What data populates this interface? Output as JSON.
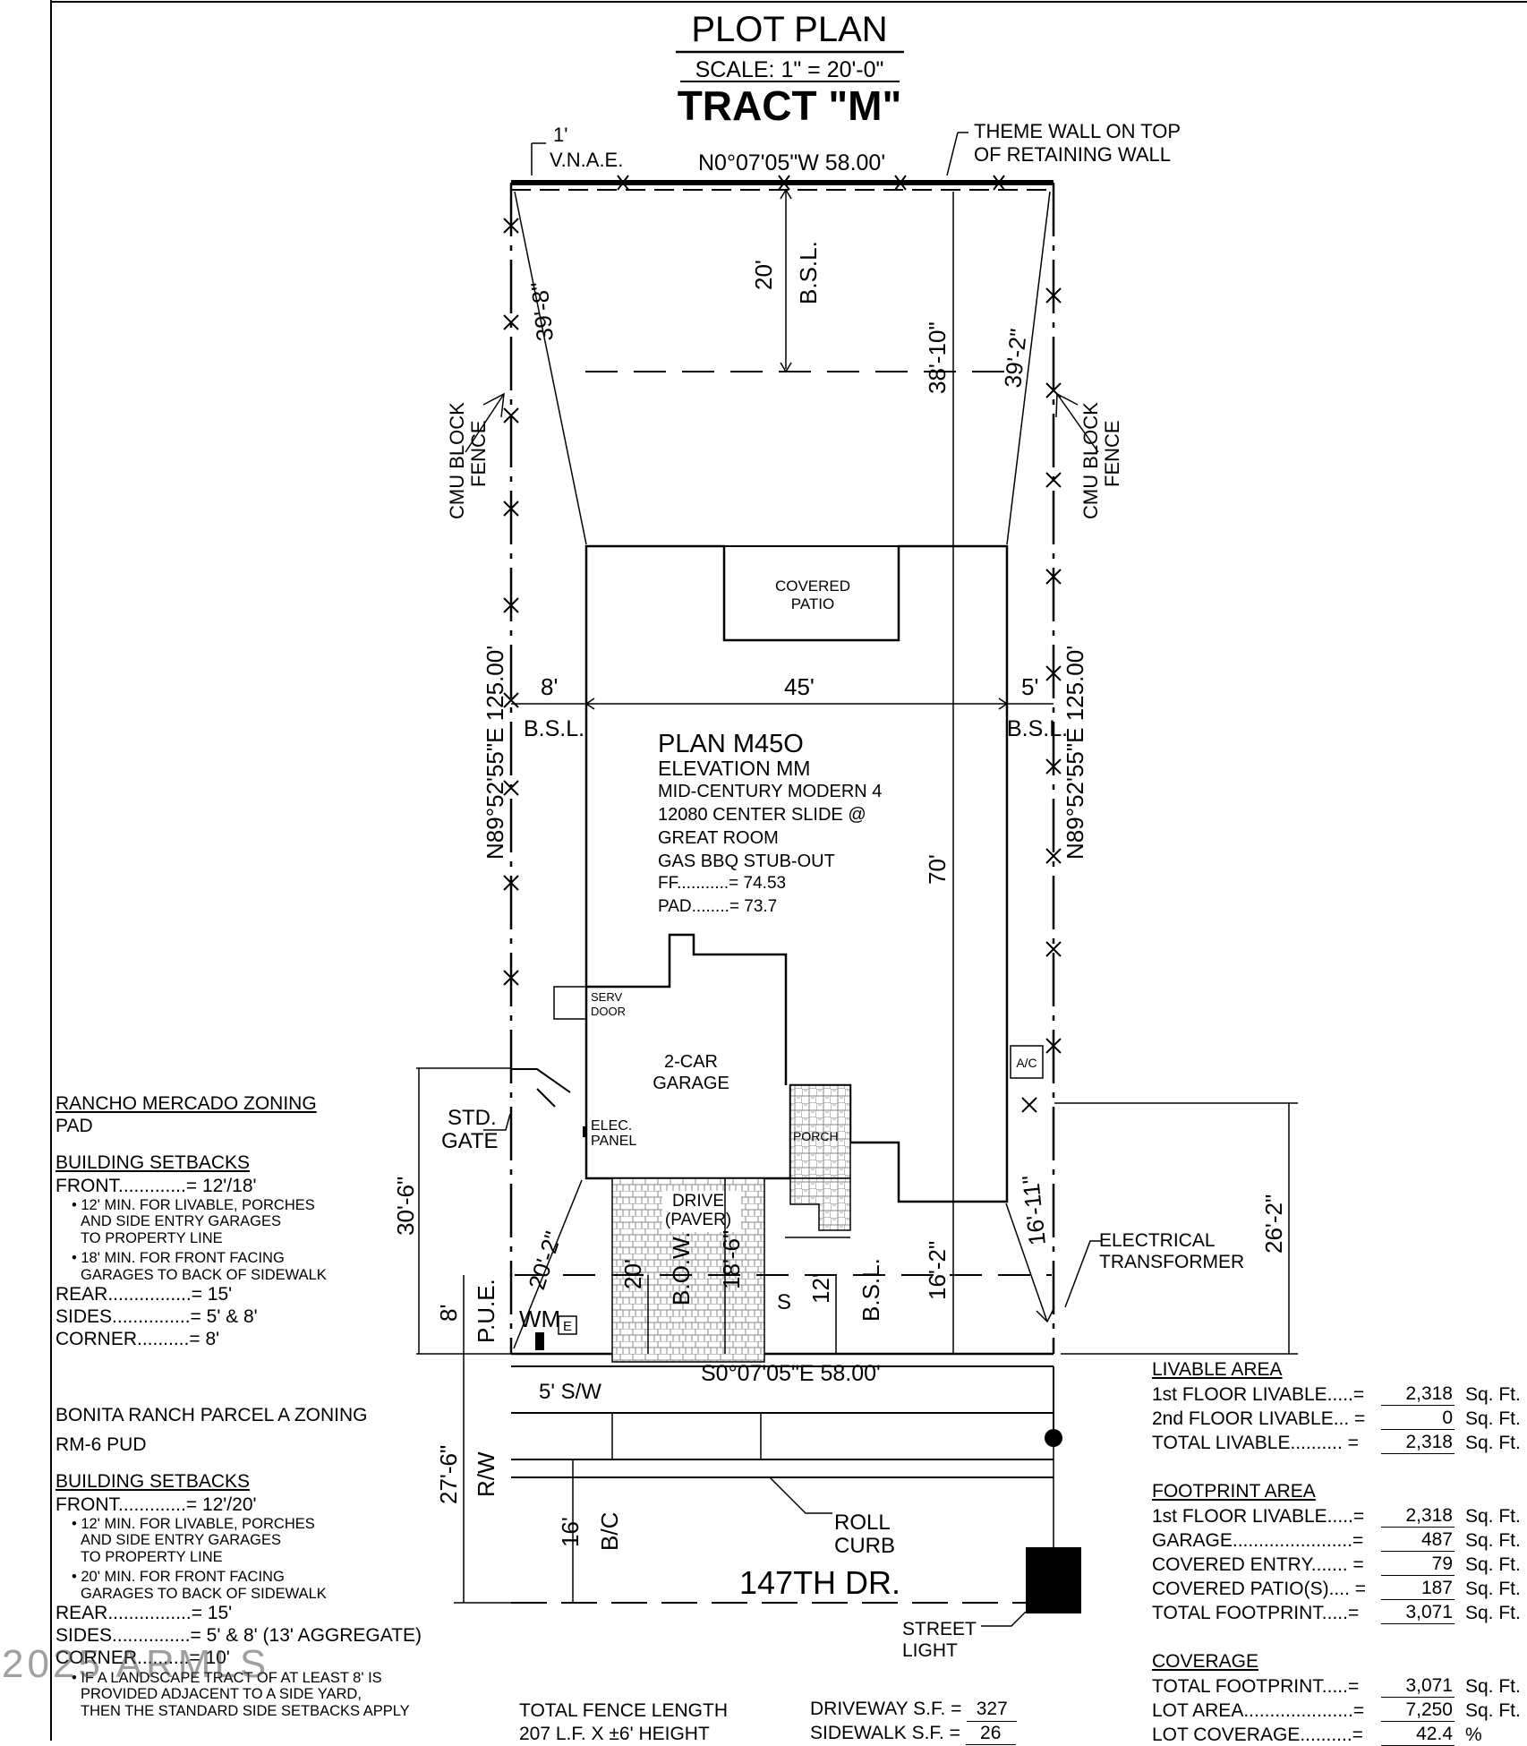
{
  "title": "PLOT PLAN",
  "scale": "SCALE: 1\" = 20'-0\"",
  "tract": "TRACT \"M\"",
  "labels": {
    "vnae_1": "1'",
    "vnae_2": "V.N.A.E.",
    "north_bearing": "N0°07'05\"W 58.00'",
    "theme_wall_1": "THEME WALL ON TOP",
    "theme_wall_2": "OF RETAINING WALL",
    "rear_setback": "20'",
    "bsl": "B.S.L.",
    "diag_left": "39'-8\"",
    "dim_3810": "38'-10\"",
    "diag_right": "39'-2\"",
    "cmu_1": "CMU BLOCK",
    "cmu_2": "FENCE",
    "covered_patio_1": "COVERED",
    "covered_patio_2": "PATIO",
    "left_setback": "8'",
    "house_width": "45'",
    "right_setback": "5'",
    "side_bearing": "N89°52'55\"E 125.00'",
    "house_depth": "70'",
    "serv_1": "SERV",
    "serv_2": "DOOR",
    "garage_1": "2-CAR",
    "garage_2": "GARAGE",
    "ac": "A/C",
    "std_gate_1": "STD.",
    "std_gate_2": "GATE",
    "elec_1": "ELEC.",
    "elec_2": "PANEL",
    "porch": "PORCH",
    "drive_1": "DRIVE",
    "drive_2": "(PAVER)",
    "dim_306": "30'-6\"",
    "dim_202": "20'-2\"",
    "dim_20": "20'",
    "bow": "B.O.W.",
    "dim_186": "18'-6\"",
    "s_mark": "S",
    "dim_12": "12'",
    "dim_162": "16'-2\"",
    "dim_1611": "16'-11\"",
    "elec_trans_1": "ELECTRICAL",
    "elec_trans_2": "TRANSFORMER",
    "dim_262": "26'-2\"",
    "dim_8": "8'",
    "pue": "P.U.E.",
    "wm": "WM",
    "e_box": "E",
    "south_bearing": "S0°07'05\"E 58.00'",
    "sw": "5' S/W",
    "dim_276": "27'-6\"",
    "rw": "R/W",
    "dim_16": "16'",
    "bc": "B/C",
    "roll_1": "ROLL",
    "roll_2": "CURB",
    "street": "147TH DR.",
    "street_light_1": "STREET",
    "street_light_2": "LIGHT"
  },
  "plan_info": {
    "plan": "PLAN M45O",
    "elevation": "ELEVATION MM",
    "style": "MID-CENTURY MODERN 4",
    "slide_1": "12080 CENTER SLIDE @",
    "slide_2": "GREAT ROOM",
    "bbq": "GAS BBQ STUB-OUT",
    "ff": "FF...........=  74.53",
    "pad": "PAD........=  73.7"
  },
  "zoning_a": {
    "heading": "RANCHO MERCADO ZONING",
    "zone": "PAD",
    "setbacks_heading": "BUILDING SETBACKS",
    "front": "FRONT.............= 12'/18'",
    "note1_1": "• 12' MIN. FOR LIVABLE, PORCHES",
    "note1_2": "AND SIDE ENTRY GARAGES",
    "note1_3": "TO PROPERTY LINE",
    "note2_1": "• 18' MIN. FOR FRONT FACING",
    "note2_2": "GARAGES TO BACK OF SIDEWALK",
    "rear": "REAR................= 15'",
    "sides": "SIDES...............= 5' & 8'",
    "corner": "CORNER..........= 8'"
  },
  "zoning_b": {
    "heading": "BONITA RANCH PARCEL A ZONING",
    "zone": "RM-6 PUD",
    "setbacks_heading": "BUILDING SETBACKS",
    "front": "FRONT.............= 12'/20'",
    "note1_1": "• 12' MIN. FOR LIVABLE, PORCHES",
    "note1_2": "AND SIDE ENTRY GARAGES",
    "note1_3": "TO PROPERTY LINE",
    "note2_1": "• 20' MIN. FOR FRONT FACING",
    "note2_2": "GARAGES TO BACK OF SIDEWALK",
    "rear": "REAR................= 15'",
    "sides": "SIDES...............= 5' & 8' (13' AGGREGATE)",
    "corner": "CORNER..........= 10'",
    "note3_1": "• IF A LANDSCAPE TRACT OF AT LEAST 8' IS",
    "note3_2": "PROVIDED ADJACENT TO A SIDE YARD,",
    "note3_3": "THEN THE STANDARD SIDE SETBACKS APPLY"
  },
  "livable": {
    "heading": "LIVABLE AREA",
    "rows": [
      {
        "label": "1st FLOOR LIVABLE.....=",
        "value": "2,318",
        "unit": "Sq. Ft."
      },
      {
        "label": "2nd FLOOR LIVABLE... =",
        "value": "0",
        "unit": "Sq. Ft."
      },
      {
        "label": "TOTAL LIVABLE.......... =",
        "value": "2,318",
        "unit": "Sq. Ft."
      }
    ]
  },
  "footprint": {
    "heading": "FOOTPRINT AREA",
    "rows": [
      {
        "label": "1st FLOOR LIVABLE.....=",
        "value": "2,318",
        "unit": "Sq. Ft."
      },
      {
        "label": "GARAGE.......................=",
        "value": "487",
        "unit": "Sq. Ft."
      },
      {
        "label": "COVERED ENTRY....... =",
        "value": "79",
        "unit": "Sq. Ft."
      },
      {
        "label": "COVERED PATIO(S).... =",
        "value": "187",
        "unit": "Sq. Ft."
      },
      {
        "label": "TOTAL FOOTPRINT.....=",
        "value": "3,071",
        "unit": "Sq. Ft."
      }
    ]
  },
  "coverage": {
    "heading": "COVERAGE",
    "rows": [
      {
        "label": "TOTAL FOOTPRINT.....=",
        "value": "3,071",
        "unit": "Sq. Ft."
      },
      {
        "label": "LOT AREA.....................=",
        "value": "7,250",
        "unit": "Sq. Ft."
      },
      {
        "label": "LOT COVERAGE..........=",
        "value": "42.4",
        "unit": "%"
      }
    ]
  },
  "fence": {
    "label": "TOTAL FENCE LENGTH",
    "value": "207  L.F.  X  ±6' HEIGHT"
  },
  "paving": {
    "driveway_label": "DRIVEWAY S.F.  =",
    "driveway_value": "327",
    "sidewalk_label": "SIDEWALK S.F.  =",
    "sidewalk_value": "26"
  },
  "watermark": "2025 ARMLS"
}
